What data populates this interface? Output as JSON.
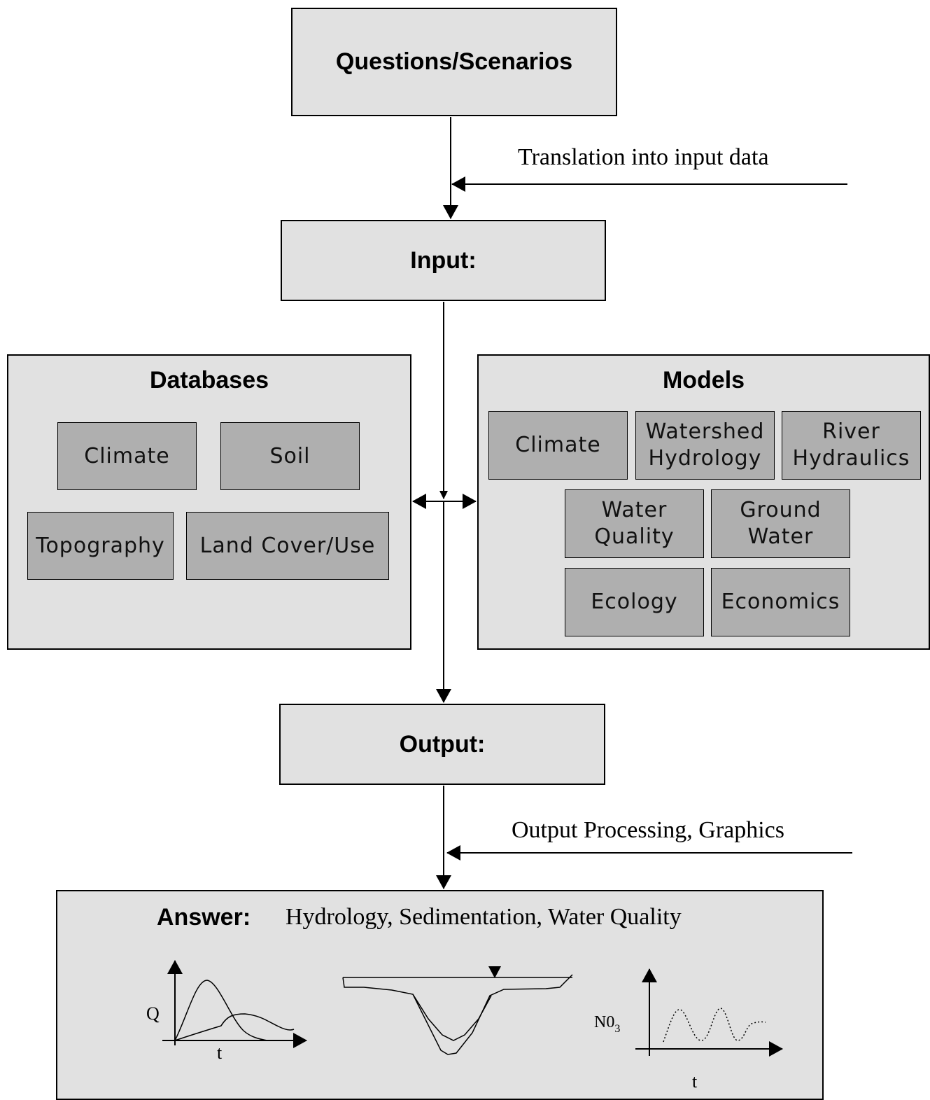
{
  "questions": {
    "label": "Questions/Scenarios"
  },
  "translation": {
    "label": "Translation into input data"
  },
  "input": {
    "label": "Input:"
  },
  "databases": {
    "title": "Databases",
    "items": [
      "Climate",
      "Soil",
      "Topography",
      "Land Cover/Use"
    ]
  },
  "models": {
    "title": "Models",
    "items": [
      "Climate",
      "Watershed\nHydrology",
      "River\nHydraulics",
      "Water\nQuality",
      "Ground\nWater",
      "Ecology",
      "Economics"
    ]
  },
  "output": {
    "label": "Output:"
  },
  "output_processing": {
    "label": "Output Processing, Graphics"
  },
  "answer": {
    "label": "Answer:",
    "text": "Hydrology, Sedimentation, Water Quality",
    "graph1": {
      "y_label": "Q",
      "x_label": "t"
    },
    "graph3": {
      "y_label": "N0",
      "y_subscript": "3",
      "x_label": "t"
    }
  },
  "colors": {
    "box_fill": "#e1e1e1",
    "sub_box_fill": "#afafaf",
    "line": "#000000"
  }
}
